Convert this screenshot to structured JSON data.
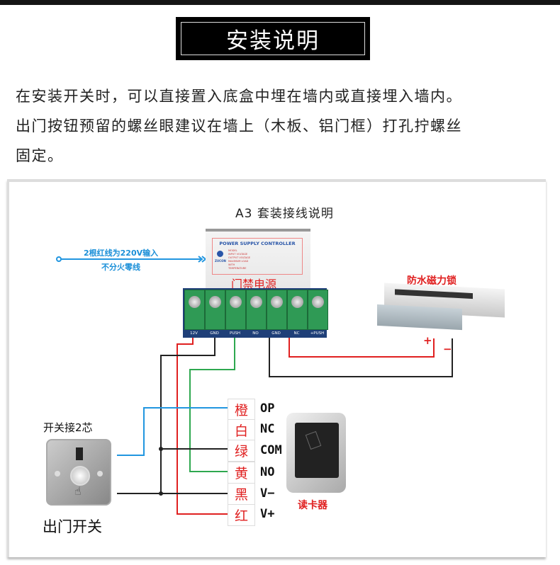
{
  "header": {
    "title": "安装说明"
  },
  "instructions": [
    "在安装开关时，可以直接置入底盒中埋在墙内或直接埋入墙内。",
    "出门按钮预留的螺丝眼建议在墙上（木板、铝门框）打孔拧螺丝",
    "固定。"
  ],
  "diagram": {
    "title": "A3 套装接线说明",
    "power_note_line1": "2根红线为220V输入",
    "power_note_line2": "不分火零线",
    "power_supply": {
      "panel_title": "POWER SUPPLY CONTROLLER",
      "brand": "ZUCON",
      "spec_lines": [
        "MODEL",
        "INPUT VOLTAGE",
        "OUTPUT VOLTAGE",
        "MAXIMUM LOAD",
        "WITH",
        "TEMPERATURE"
      ],
      "label": "门禁电源"
    },
    "terminals": [
      "12V",
      "GND",
      "PUSH",
      "NO",
      "GND",
      "NC",
      "+PUSH"
    ],
    "lock": {
      "label": "防水磁力锁",
      "plus": "+",
      "minus": "−"
    },
    "exit_switch": {
      "caption": "开关接2芯",
      "label": "出门开关"
    },
    "reader": {
      "label": "读卡器"
    },
    "wires": [
      {
        "color_name": "橙",
        "signal": "OP"
      },
      {
        "color_name": "白",
        "signal": "NC"
      },
      {
        "color_name": "绿",
        "signal": "COM"
      },
      {
        "color_name": "黄",
        "signal": "NO"
      },
      {
        "color_name": "黑",
        "signal": "V−"
      },
      {
        "color_name": "红",
        "signal": "V+"
      }
    ],
    "colors": {
      "red": "#e02020",
      "black": "#222222",
      "green": "#2ea84f",
      "blue": "#2196e0",
      "label_red": "#e02020"
    }
  }
}
